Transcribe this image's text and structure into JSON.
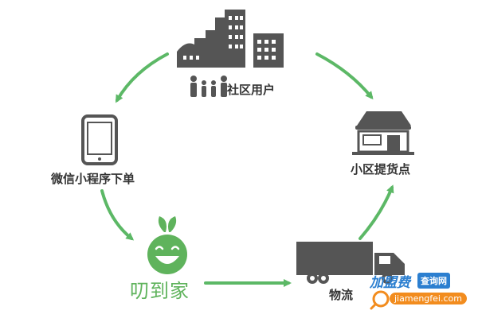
{
  "nodes": {
    "users": "社区用户",
    "pickup": "小区提货点",
    "miniprogram": "微信小程序下单",
    "logistics": "物流"
  },
  "brand": {
    "name": "叨到家"
  },
  "watermark": {
    "name": "加盟费",
    "tag": "查询网",
    "url": "jiamengfei.com"
  },
  "colors": {
    "arrow": "#5cb866",
    "icon": "#555555",
    "brand": "#5fb35c"
  },
  "icons": [
    "buildings-icon",
    "family-icon",
    "storefront-icon",
    "smartphone-icon",
    "smiley-logo-icon",
    "truck-icon"
  ]
}
